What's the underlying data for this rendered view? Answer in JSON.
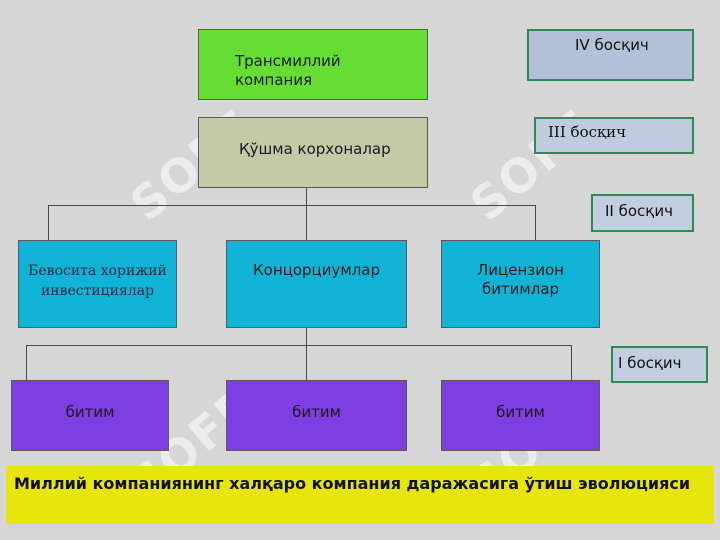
{
  "colors": {
    "background": "#d6d6d6",
    "green": "#66dd33",
    "olive": "#c4c9a7",
    "cyan": "#11b4d6",
    "purple": "#7d3fe3",
    "level_bg": "#b3c1d8",
    "level_border": "#2e8b57",
    "caption_bg": "#e6e60c"
  },
  "nodes": {
    "transnational": "Трансмиллий\nкомпания",
    "joint_ventures": "Қўшма корхоналар",
    "fdi": "Бевосита хорижий\nинвестициялар",
    "consortiums": "Концорциумлар",
    "licensing": "Лицензион\nбитимлар",
    "agreement_1": "битим",
    "agreement_2": "битим",
    "agreement_3": "битим"
  },
  "levels": {
    "level_4": "IV босқич",
    "level_3": "III босқич",
    "level_2": "II босқич",
    "level_1": "I босқич"
  },
  "watermark_text": "SOFF",
  "caption": "Миллий компаниянинг халқаро компания даражасига ўтиш эволюцияси"
}
